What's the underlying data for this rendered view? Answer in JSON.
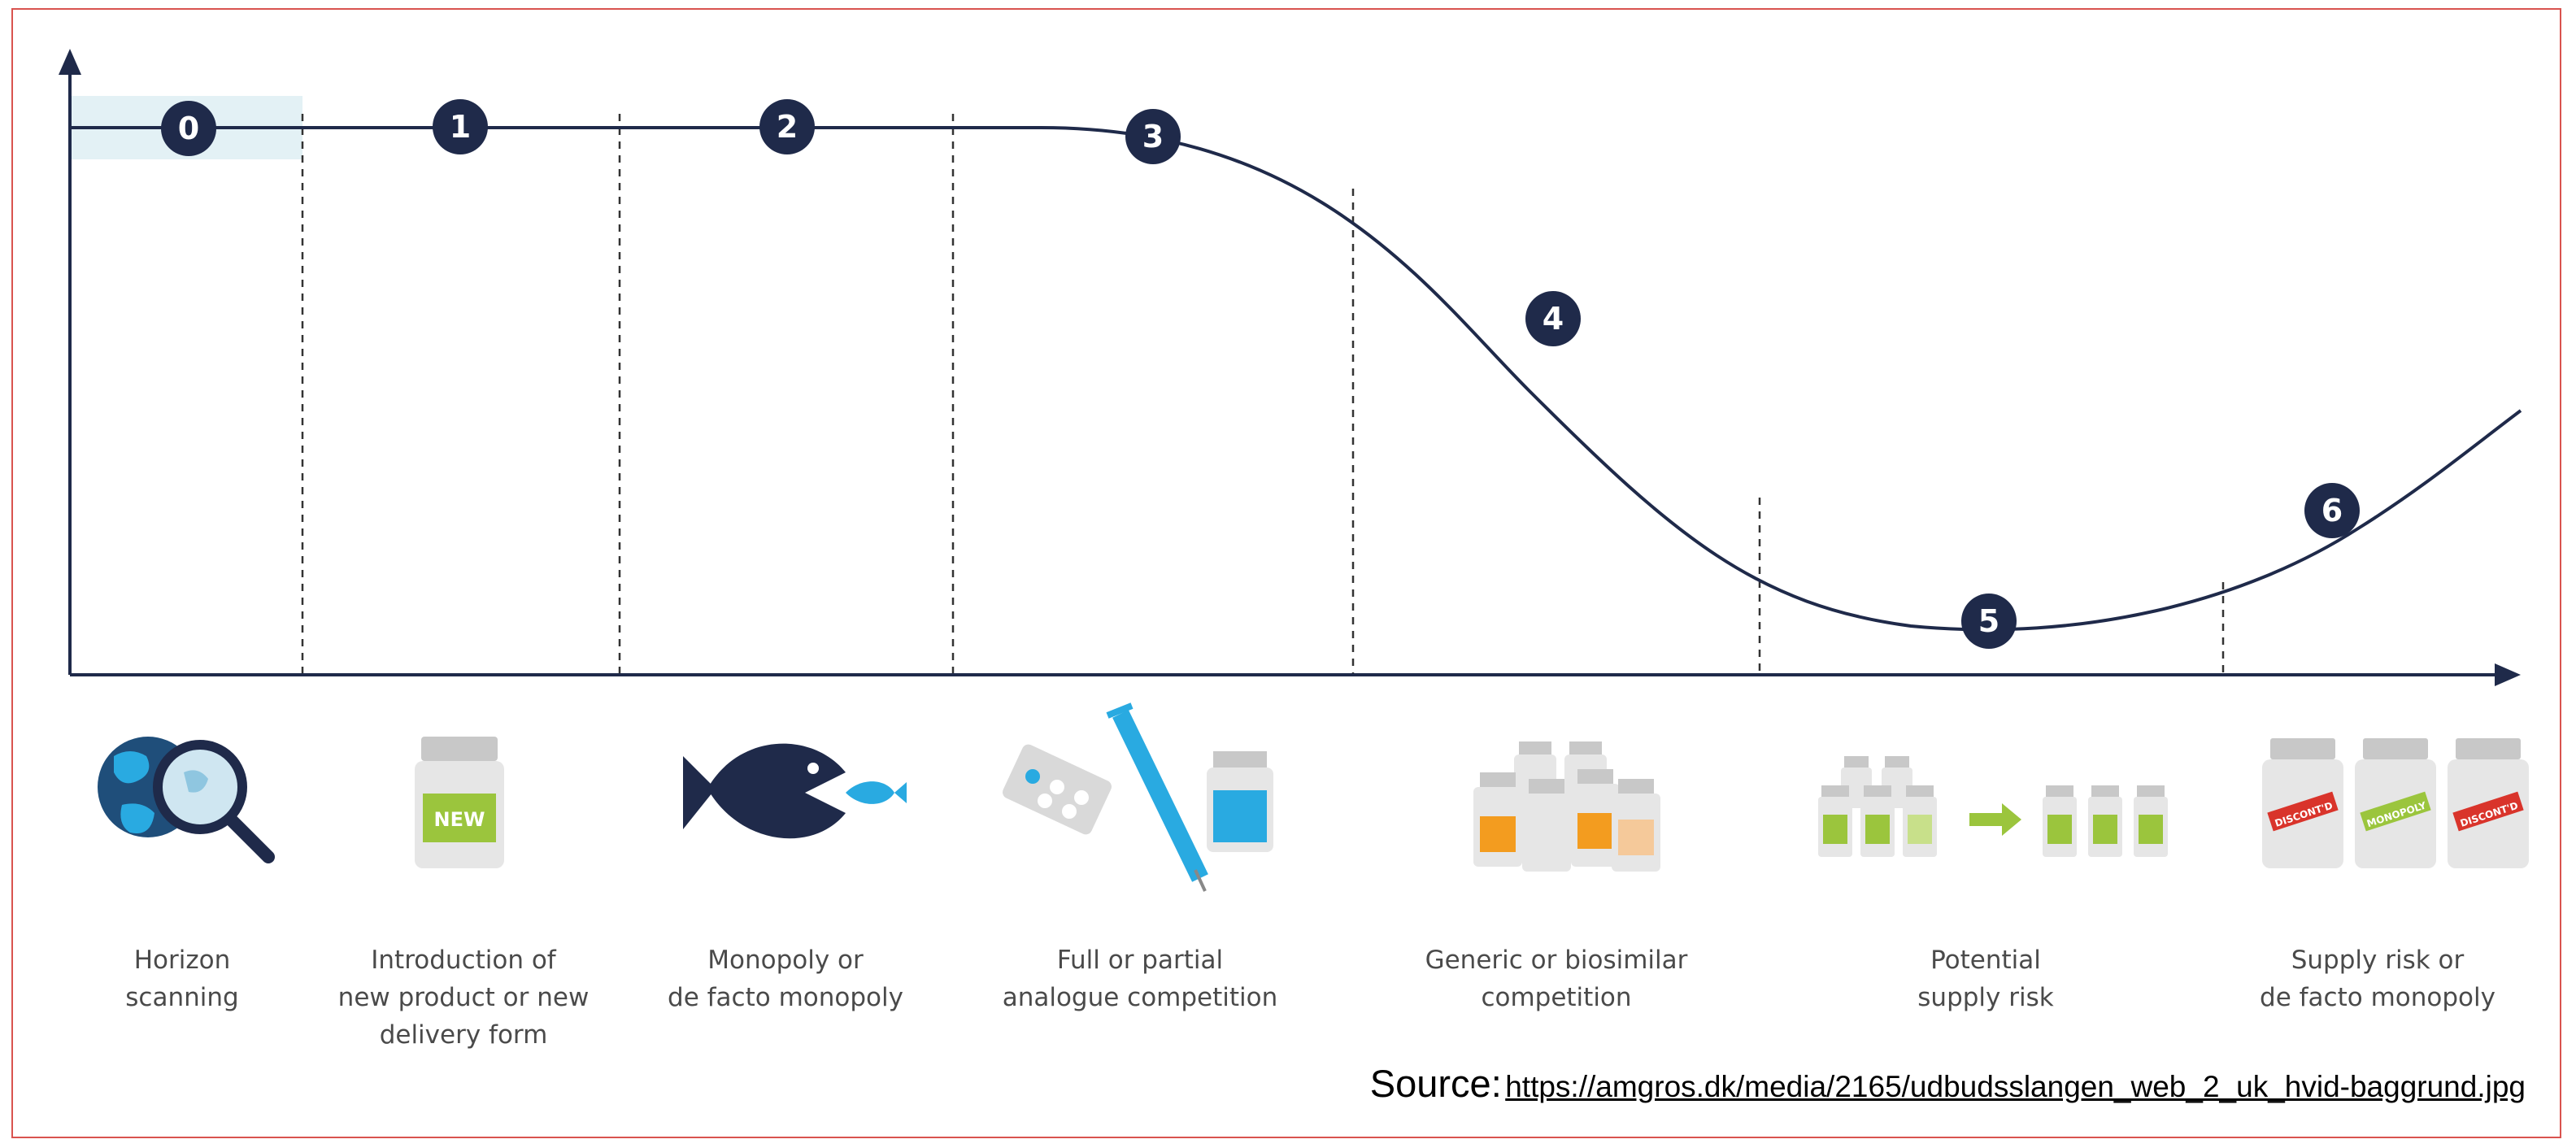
{
  "stages": [
    {
      "number": "0",
      "lines": [
        "Horizon",
        "scanning"
      ],
      "icon": "globe-magnifier-icon"
    },
    {
      "number": "1",
      "lines": [
        "Introduction of",
        "new product or new",
        "delivery form"
      ],
      "icon": "new-bottle-icon",
      "icon_text": "NEW"
    },
    {
      "number": "2",
      "lines": [
        "Monopoly or",
        "de facto monopoly"
      ],
      "icon": "big-fish-eating-small-fish-icon"
    },
    {
      "number": "3",
      "lines": [
        "Full or partial",
        "analogue competition"
      ],
      "icon": "pills-syringe-vial-icon"
    },
    {
      "number": "4",
      "lines": [
        "Generic or biosimilar",
        "competition"
      ],
      "icon": "multiple-bottles-icon"
    },
    {
      "number": "5",
      "lines": [
        "Potential",
        "supply risk"
      ],
      "icon": "bottles-arrow-bottles-icon"
    },
    {
      "number": "6",
      "lines": [
        "Supply risk or",
        "de facto monopoly"
      ],
      "icon": "discontinued-bottles-icon",
      "icon_labels": [
        "DISCONT'D",
        "MONOPOLY",
        "DISCONT'D"
      ]
    }
  ],
  "source": {
    "label": "Source:",
    "url": "https://amgros.dk/media/2165/udbudsslangen_web_2_uk_hvid-baggrund.jpg"
  },
  "colors": {
    "curve": "#1f2a4a",
    "marker": "#1f2a4a",
    "highlight": "#e3f1f5",
    "frame": "#d9534f",
    "green": "#9bc53d",
    "orange": "#f39c1f",
    "blue": "#29aae1",
    "red": "#d9342b"
  }
}
